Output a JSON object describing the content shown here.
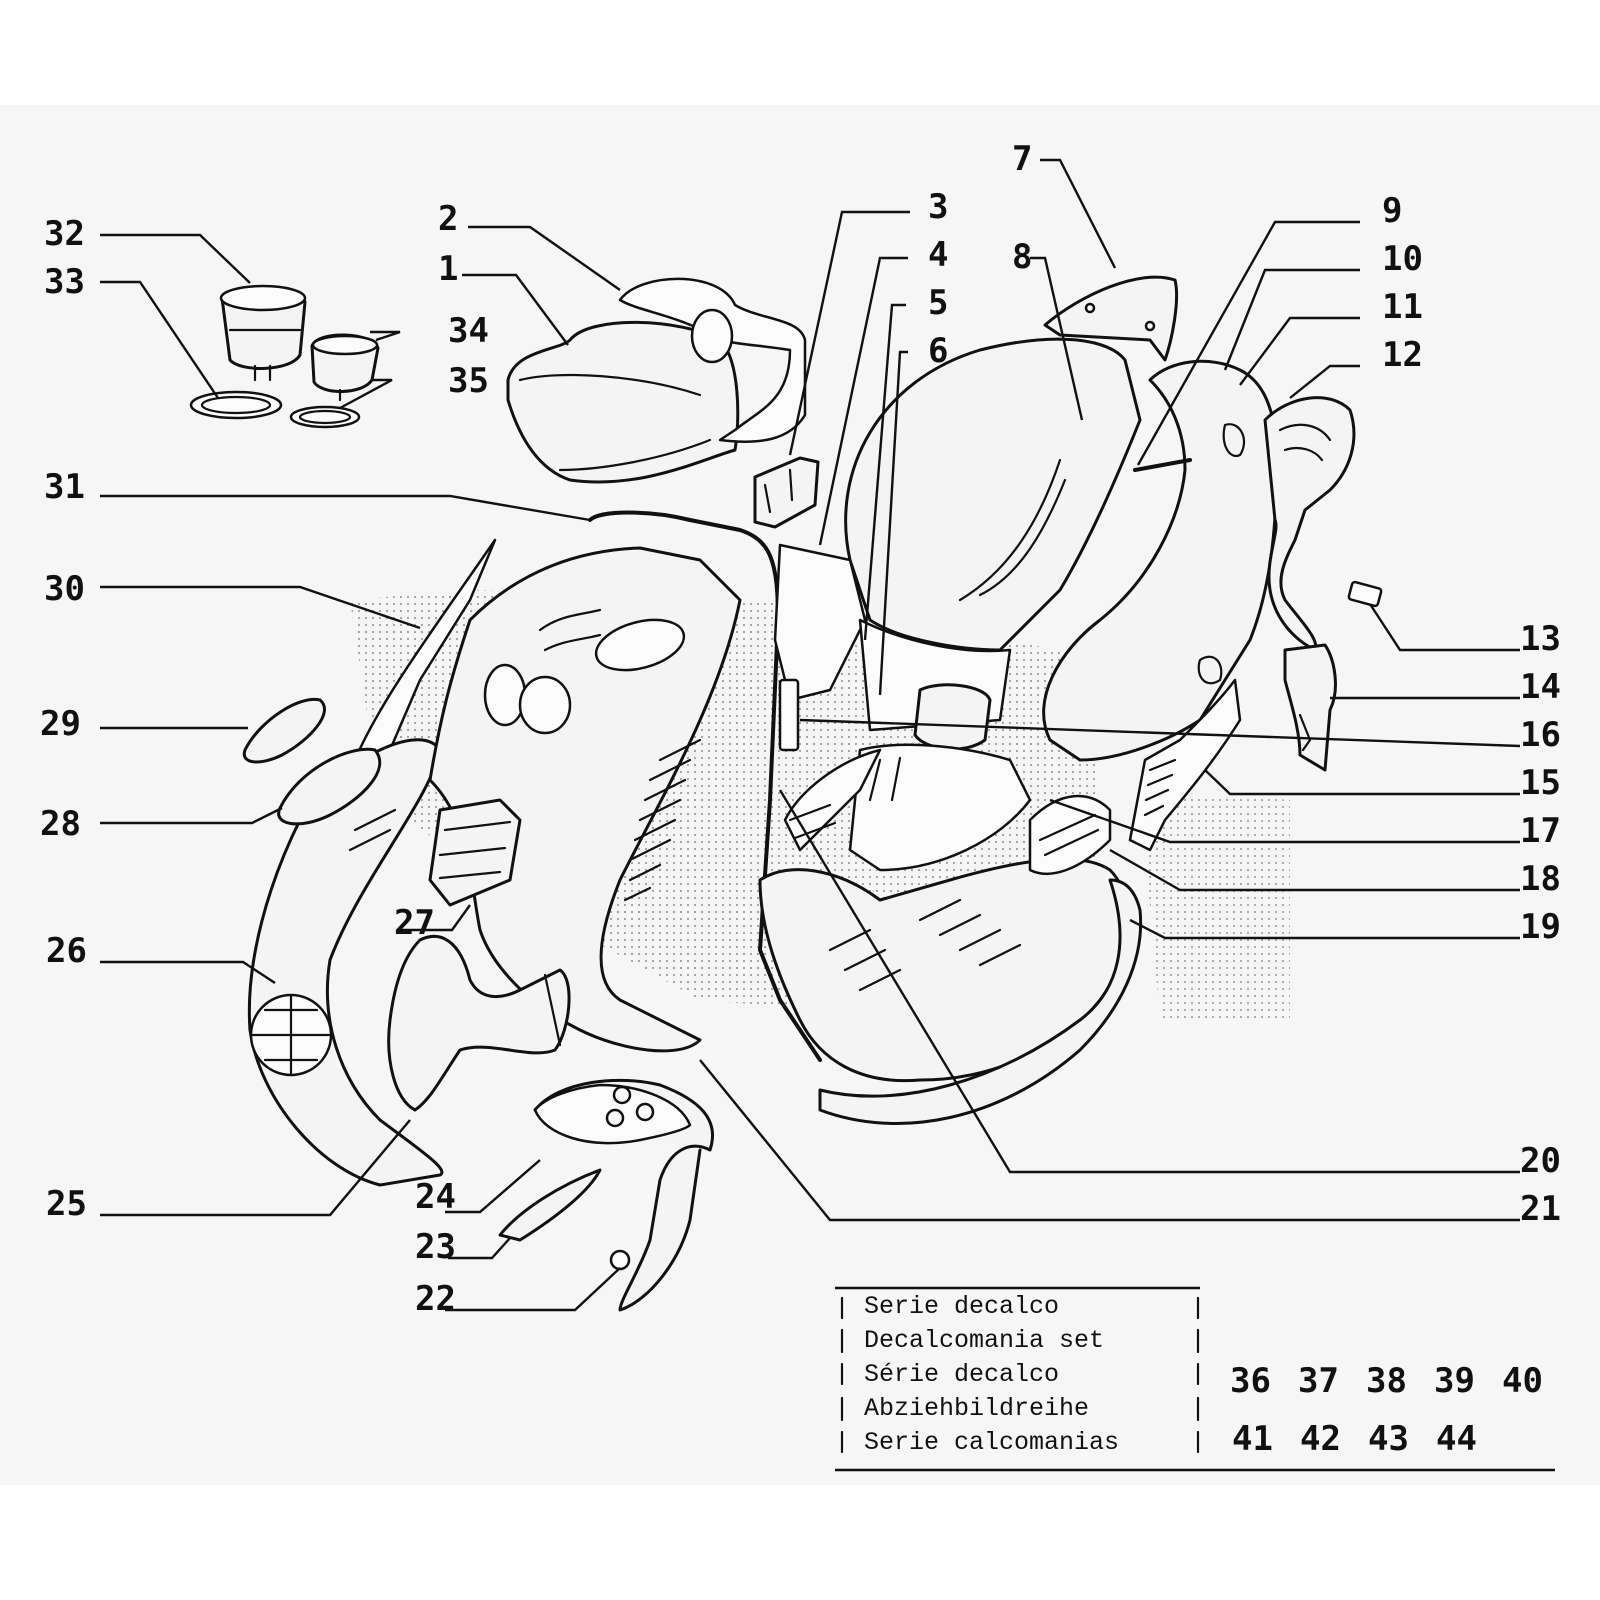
{
  "part_numbers": {
    "p1": "1",
    "p2": "2",
    "p3": "3",
    "p4": "4",
    "p5": "5",
    "p6": "6",
    "p7": "7",
    "p8": "8",
    "p9": "9",
    "p10": "10",
    "p11": "11",
    "p12": "12",
    "p13": "13",
    "p14": "14",
    "p15": "15",
    "p16": "16",
    "p17": "17",
    "p18": "18",
    "p19": "19",
    "p20": "20",
    "p21": "21",
    "p22": "22",
    "p23": "23",
    "p24": "24",
    "p25": "25",
    "p26": "26",
    "p27": "27",
    "p28": "28",
    "p29": "29",
    "p30": "30",
    "p31": "31",
    "p32": "32",
    "p33": "33",
    "p34": "34",
    "p35": "35"
  },
  "decal_legend": {
    "lines": [
      "Serie decalco",
      "Decalcomania set",
      "Série decalco",
      "Abziehbildreihe",
      "Serie calcomanias"
    ],
    "numbers_row1": [
      "36",
      "37",
      "38",
      "39",
      "40"
    ],
    "numbers_row2": [
      "41",
      "42",
      "43",
      "44"
    ]
  }
}
